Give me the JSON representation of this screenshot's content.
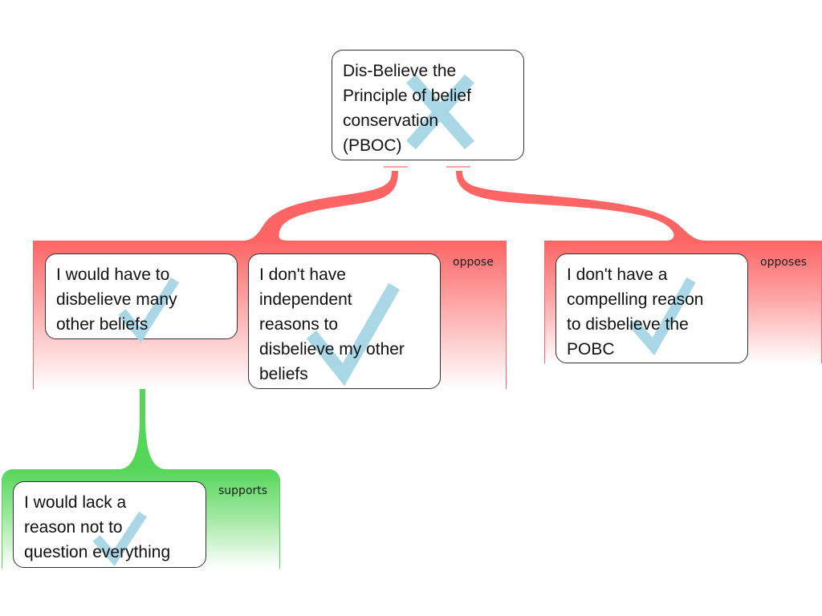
{
  "colors": {
    "oppose": "#fd6464",
    "support": "#55d659",
    "mark": "#a9d7e6"
  },
  "root": {
    "text": "Dis-Believe the\nPrinciple of belief\nconservation\n(PBOC)",
    "mark": "cross"
  },
  "groups": [
    {
      "relation": "oppose",
      "label": "oppose",
      "nodes": [
        {
          "text": "I would have to\ndisbelieve many\nother beliefs",
          "mark": "check"
        },
        {
          "text": "I don't have\nindependent\nreasons to\ndisbelieve my other\nbeliefs",
          "mark": "check"
        }
      ]
    },
    {
      "relation": "oppose",
      "label": "opposes",
      "nodes": [
        {
          "text": "I don't have a\ncompelling reason\nto disbelieve the\nPOBC",
          "mark": "check"
        }
      ]
    },
    {
      "relation": "support",
      "label": "supports",
      "nodes": [
        {
          "text": "I would lack a\nreason not to\nquestion everything",
          "mark": "check"
        }
      ]
    }
  ]
}
